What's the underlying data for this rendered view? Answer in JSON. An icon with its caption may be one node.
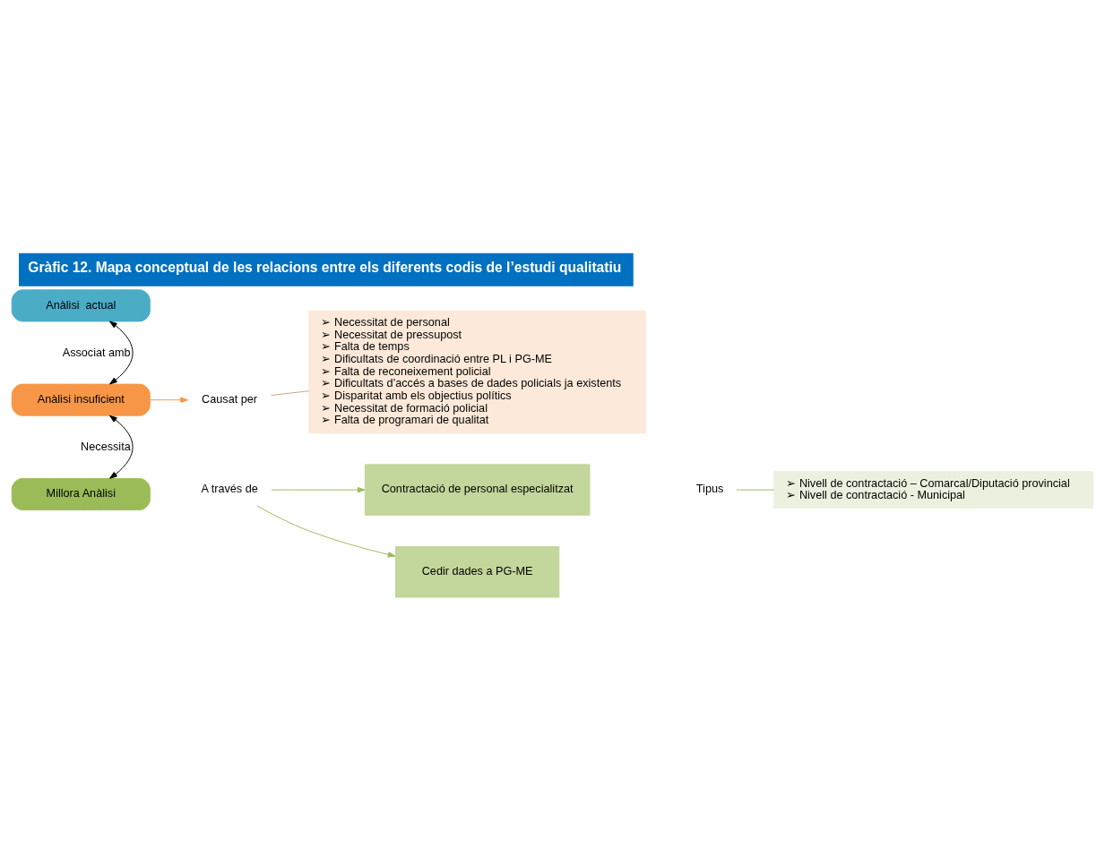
{
  "diagram": {
    "title": "Gràfic 12. Mapa conceptual de les relacions entre els diferents codis de l’estudi qualitatiu",
    "nodes": [
      {
        "text": [
          "Anàlisi  actual"
        ]
      },
      {
        "text": [
          "Anàlisi insuficient"
        ]
      },
      {
        "text": [
          "Causat per"
        ]
      },
      {
        "text": [
          "➢ Necessitat de personal",
          "➢ Necessitat de pressupost",
          "➢ Falta de temps",
          "➢ Dificultats de coordinació entre PL i PG-ME",
          "➢ Falta de reconeixement policial",
          "➢ Dificultats d’accés a bases de dades policials ja existents",
          "➢ Disparitat amb els objectius polítics",
          "➢ Necessitat de formació policial",
          "➢ Falta de programari de qualitat"
        ]
      },
      {
        "text": [
          "Millora Anàlisi"
        ]
      },
      {
        "text": [
          "A través de"
        ]
      },
      {
        "text": [
          "Contractació de personal especialitzat"
        ]
      },
      {
        "text": [
          "Cedir dades a PG-ME"
        ]
      },
      {
        "text": [
          "Tipus"
        ]
      },
      {
        "text": [
          "➢ Nivell de contractació – Comarcal/Diputació provincial",
          "➢ Nivell de contractació - Municipal"
        ]
      }
    ],
    "edges": [
      {
        "from": 0,
        "to": 1,
        "arrow": "both",
        "label": "Associat amb",
        "color": "#000000"
      },
      {
        "from": 1,
        "to": 2,
        "arrow": "to",
        "color": "#f79646"
      },
      {
        "from": 2,
        "to": 3,
        "arrow": "none",
        "color": "#c9a27e"
      },
      {
        "from": 1,
        "to": 4,
        "arrow": "both",
        "label": "Necessita",
        "color": "#000000"
      },
      {
        "from": 5,
        "to": 6,
        "arrow": "to",
        "color": "#9bbb59"
      },
      {
        "from": 5,
        "to": 7,
        "arrow": "to",
        "color": "#9bbb59"
      },
      {
        "from": 8,
        "to": 9,
        "arrow": "none",
        "color": "#9bbb59"
      }
    ]
  }
}
